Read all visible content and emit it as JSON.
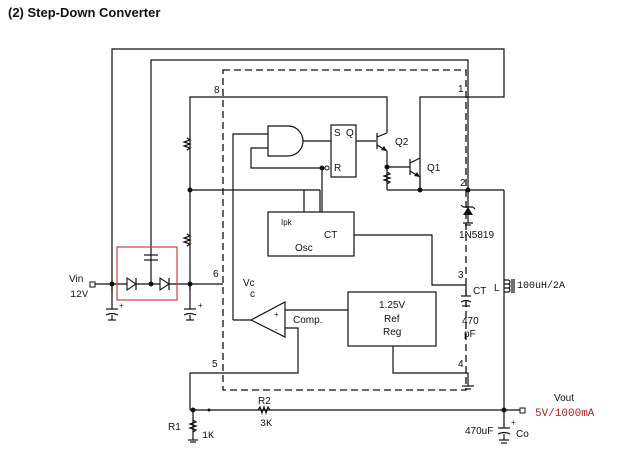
{
  "title": "(2)  Step-Down Converter",
  "pins": [
    "1",
    "2",
    "3",
    "4",
    "5",
    "6",
    "8"
  ],
  "blocks": {
    "flipflop": {
      "s": "S",
      "q": "Q",
      "r": "R"
    },
    "osc": {
      "ipk": "Ipk",
      "ct": "CT",
      "name": "Osc"
    },
    "ref": {
      "line1": "1.25V",
      "line2": "Ref",
      "line3": "Reg"
    },
    "comparator": {
      "name": "Comp.",
      "plus": "+",
      "minus": "-"
    },
    "vcc": {
      "line1": "Vc",
      "line2": "c"
    }
  },
  "components": {
    "q1": "Q1",
    "q2": "Q2",
    "diode": "1N5819",
    "ct_label": "CT",
    "ct_value1": "470",
    "ct_value2": "pF",
    "inductor_label": "L",
    "inductor_value": "100uH/2A",
    "r1_label": "R1",
    "r1_value": "1K",
    "r2_label": "R2",
    "r2_value": "3K",
    "co_value": "470uF",
    "co_label": "Co",
    "plus": "+"
  },
  "io": {
    "vin_label": "Vin",
    "vin_value": "12V",
    "vout_label": "Vout",
    "vout_value": "5V/1000mA"
  },
  "colors": {
    "highlight": "#d04040",
    "output_text": "#b02020"
  }
}
